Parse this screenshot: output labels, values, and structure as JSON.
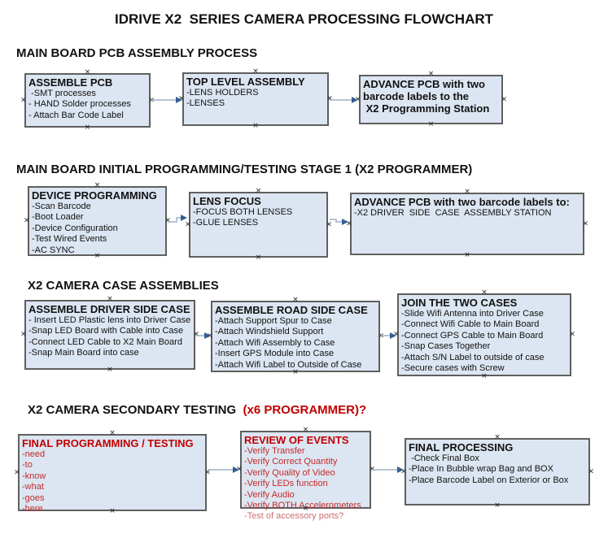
{
  "title": "IDRIVE X2  SERIES CAMERA PROCESSING FLOWCHART",
  "colors": {
    "box_fill": "#dce6f2",
    "box_border": "#5f5f5f",
    "ink": "#111111",
    "red_title": "#c00000",
    "red_item": "#c42a2a",
    "red_faded": "#cd6f6f",
    "arrow_line": "#9fb2c8",
    "arrow_head": "#365f91"
  },
  "icons": {
    "connection_handle": "×"
  },
  "sections": [
    {
      "heading": "MAIN BOARD PCB ASSEMBLY PROCESS",
      "boxes": [
        {
          "title": "ASSEMBLE PCB",
          "items": [
            " -SMT processes",
            "- HAND Solder processes",
            "- Attach Bar Code Label"
          ]
        },
        {
          "title": "TOP LEVEL ASSEMBLY",
          "items": [
            "-LENS HOLDERS",
            "-LENSES"
          ]
        },
        {
          "title": "ADVANCE PCB with two\nbarcode labels to the\n X2 Programming Station",
          "items": []
        }
      ]
    },
    {
      "heading": "MAIN BOARD INITIAL PROGRAMMING/TESTING STAGE 1 (X2 PROGRAMMER)",
      "boxes": [
        {
          "title": "DEVICE PROGRAMMING",
          "items": [
            "-Scan Barcode",
            "-Boot Loader",
            "-Device Configuration",
            "-Test Wired Events",
            "-AC SYNC"
          ]
        },
        {
          "title": "LENS FOCUS",
          "items": [
            "-FOCUS BOTH LENSES",
            "-GLUE LENSES"
          ]
        },
        {
          "title": "ADVANCE PCB with two barcode labels to:",
          "items": [
            "-X2 DRIVER  SIDE  CASE  ASSEMBLY STATION"
          ]
        }
      ]
    },
    {
      "heading": "X2 CAMERA CASE ASSEMBLIES",
      "boxes": [
        {
          "title": "ASSEMBLE DRIVER SIDE CASE",
          "items": [
            "- Insert LED Plastic lens into Driver Case",
            "-Snap LED Board with Cable into Case",
            "-Connect LED Cable to X2 Main Board",
            "-Snap Main Board into case"
          ]
        },
        {
          "title": "ASSEMBLE ROAD SIDE CASE",
          "items": [
            "-Attach Support Spur to Case",
            "-Attach Windshield Support",
            "-Attach Wifi Assembly to Case",
            "-Insert GPS Module into Case",
            "-Attach Wifi Label to Outside of Case"
          ]
        },
        {
          "title": "JOIN THE TWO CASES",
          "items": [
            "-Slide Wifi Antenna into Driver Case",
            "-Connect Wifi Cable to Main Board",
            "-Connect GPS Cable to Main Board",
            "-Snap Cases Together",
            "-Attach S/N Label to outside of case",
            "-Secure cases with Screw"
          ]
        }
      ]
    },
    {
      "heading": "X2 CAMERA SECONDARY TESTING",
      "heading_red": "  (x6 PROGRAMMER)?",
      "boxes": [
        {
          "title": "FINAL PROGRAMMING / TESTING",
          "items": [
            "-need",
            "-to",
            "-know",
            "-what",
            "-goes",
            "-here"
          ]
        },
        {
          "title": "REVIEW OF EVENTS",
          "items": [
            "-Verify Transfer",
            "-Verify Correct Quantity",
            "-Verify Quality of Video",
            "-Verify LEDs function",
            "-Verify Audio",
            "-Verify BOTH Accelerometers",
            "-Test of accessory ports?"
          ]
        },
        {
          "title": "FINAL PROCESSING",
          "items": [
            " -Check Final Box",
            "-Place In Bubble wrap Bag and BOX",
            "-Place Barcode Label on Exterior or Box"
          ]
        }
      ]
    }
  ]
}
